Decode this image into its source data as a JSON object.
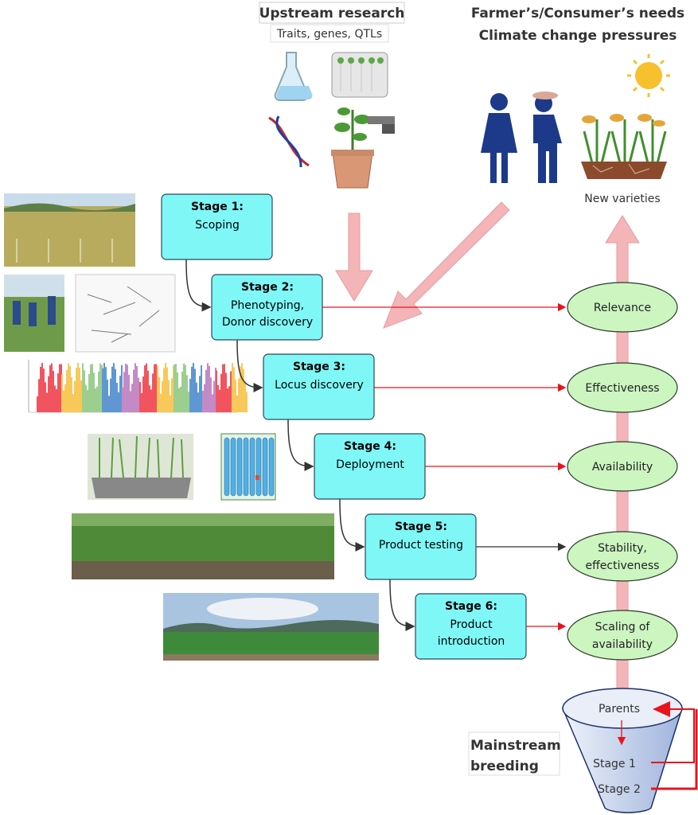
{
  "upstream": {
    "title": "Upstream research",
    "subtitle": "Traits, genes, QTLs"
  },
  "needs": {
    "line1": "Farmer’s/Consumer’s needs",
    "line2": "Climate change pressures",
    "output": "New varieties"
  },
  "stages": [
    {
      "title": "Stage 1:",
      "lines": [
        "Scoping"
      ]
    },
    {
      "title": "Stage 2:",
      "lines": [
        "Phenotyping,",
        "Donor discovery"
      ]
    },
    {
      "title": "Stage 3:",
      "lines": [
        "Locus discovery"
      ]
    },
    {
      "title": "Stage 4:",
      "lines": [
        "Deployment"
      ]
    },
    {
      "title": "Stage 5:",
      "lines": [
        "Product testing"
      ]
    },
    {
      "title": "Stage 6:",
      "lines": [
        "Product",
        "introduction"
      ]
    }
  ],
  "criteria": [
    {
      "lines": [
        "Relevance"
      ]
    },
    {
      "lines": [
        "Effectiveness"
      ]
    },
    {
      "lines": [
        "Availability"
      ]
    },
    {
      "lines": [
        "Stability,",
        "effectiveness"
      ]
    },
    {
      "lines": [
        "Scaling of",
        "availability"
      ]
    }
  ],
  "funnel": {
    "top": "Parents",
    "mid": "Stage 1",
    "bottom": "Stage 2"
  },
  "mainstream": {
    "line1": "Mainstream",
    "line2": "breeding"
  },
  "colors": {
    "stage_fill": "#7ff7f7",
    "criteria_fill": "#ccf5c0",
    "pink_arrow": "#f4b5b8",
    "red": "#e8141c"
  }
}
